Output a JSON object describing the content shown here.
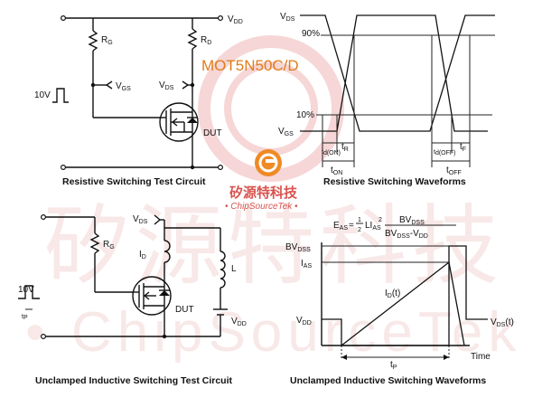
{
  "watermark": {
    "cn": "矽源特科技",
    "en": "• ChipSourceTek •",
    "part_number": "MOT5N50C/D"
  },
  "panels": {
    "resistive_circuit": {
      "caption": "Resistive Switching Test Circuit",
      "labels": {
        "vdd": "V",
        "vdd_sub": "DD",
        "rg": "R",
        "rg_sub": "G",
        "rd": "R",
        "rd_sub": "D",
        "vgs": "V",
        "vgs_sub": "GS",
        "vds": "V",
        "vds_sub": "DS",
        "pulse": "10V",
        "dut": "DUT"
      }
    },
    "resistive_waveforms": {
      "caption": "Resistive Switching Waveforms",
      "labels": {
        "vds": "V",
        "vds_sub": "DS",
        "vgs": "V",
        "vgs_sub": "GS",
        "p90": "90%",
        "p10": "10%",
        "td_on": "t",
        "td_on_sub": "d(ON)",
        "tr": "t",
        "tr_sub": "R",
        "ton": "t",
        "ton_sub": "ON",
        "td_off": "t",
        "td_off_sub": "d(OFF)",
        "tf": "t",
        "tf_sub": "F",
        "toff": "t",
        "toff_sub": "OFF"
      }
    },
    "uis_circuit": {
      "caption": "Unclamped Inductive Switching Test Circuit",
      "labels": {
        "vds": "V",
        "vds_sub": "DS",
        "rg": "R",
        "rg_sub": "G",
        "id": "I",
        "id_sub": "D",
        "l": "L",
        "vdd": "V",
        "vdd_sub": "DD",
        "pulse": "10V",
        "tp": "t",
        "tp_sub": "P",
        "dut": "DUT"
      }
    },
    "uis_waveforms": {
      "caption": "Unclamped Inductive Switching Waveforms",
      "formula": {
        "lhs": "E",
        "lhs_sub": "AS",
        "eq": "=",
        "frac_num": "1",
        "frac_den": "2",
        "mid": "LI",
        "mid_sub": "AS",
        "mid_sup": "2",
        "num": "BV",
        "num_sub": "DSS",
        "den": "BV",
        "den_sub": "DSS",
        "den_rest": "-V",
        "den_rest_sub": "DD"
      },
      "labels": {
        "bvdss": "BV",
        "bvdss_sub": "DSS",
        "ias": "I",
        "ias_sub": "AS",
        "id_t": "I",
        "id_t_sub": "D",
        "id_t_arg": "(t)",
        "vdd": "V",
        "vdd_sub": "DD",
        "vds_t": "V",
        "vds_t_sub": "DS",
        "vds_t_arg": "(t)",
        "time": "Time",
        "tp": "t",
        "tp_sub": "P"
      }
    }
  },
  "colors": {
    "watermark": "#f3d6d6",
    "brand": "#d9534f",
    "part": "#e07c1a",
    "logo": "#f08a24"
  }
}
